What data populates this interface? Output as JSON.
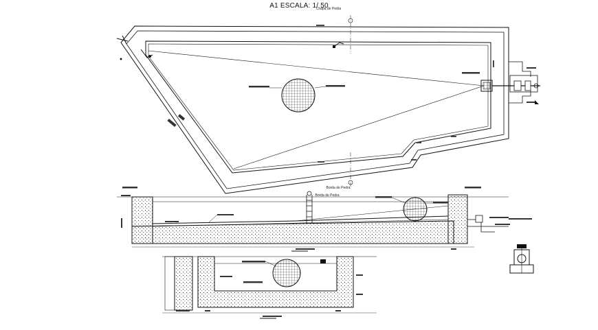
{
  "sheet": {
    "title": "A1 ESCALA: 1/ 50"
  },
  "plan": {
    "label_top": "Chapa de Pedra",
    "label_bottom": "Borda de Pedra"
  },
  "section_long": {
    "label": "Borda de Pedra"
  },
  "colors": {
    "line": "#111111",
    "rubble": "#222222",
    "background": "#ffffff"
  }
}
